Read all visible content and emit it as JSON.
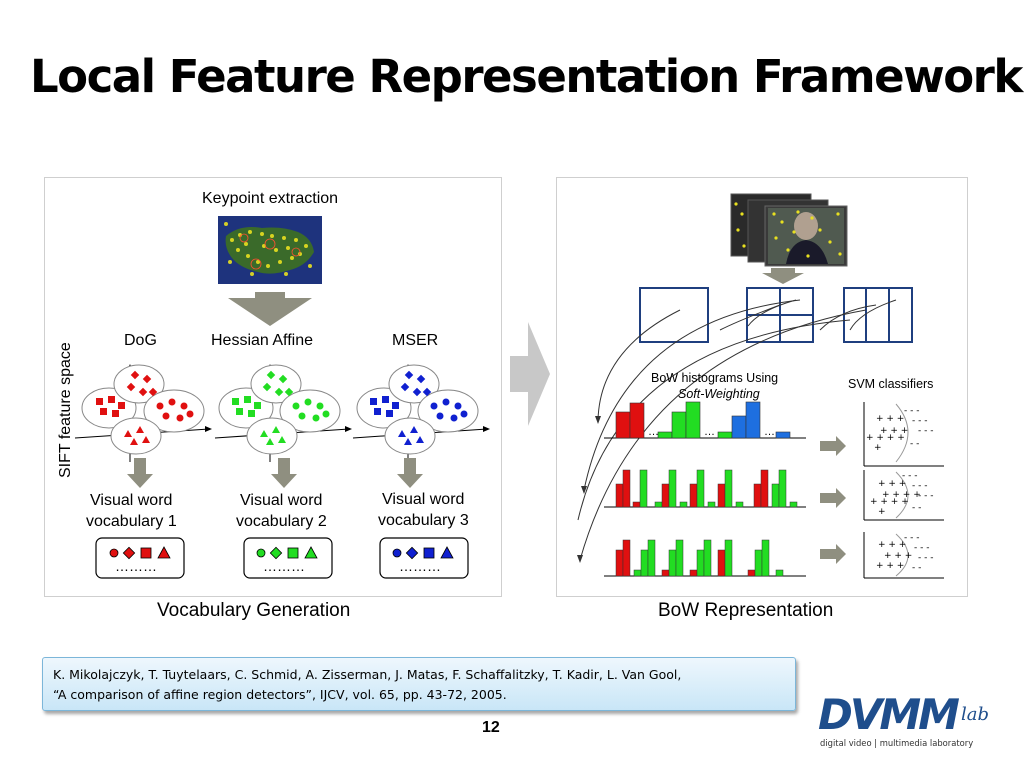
{
  "slide": {
    "title": "Local Feature Representation Framework",
    "page_number": "12"
  },
  "left_panel": {
    "caption": "Vocabulary Generation",
    "keypoint_label": "Keypoint extraction",
    "axis_label": "SIFT feature space",
    "detectors": [
      "DoG",
      "Hessian Affine",
      "MSER"
    ],
    "vocabularies": [
      {
        "line1": "Visual word",
        "line2": "vocabulary 1",
        "color": "#e01010"
      },
      {
        "line1": "Visual word",
        "line2": "vocabulary 2",
        "color": "#22dd22"
      },
      {
        "line1": "Visual word",
        "line2": "vocabulary 3",
        "color": "#1020d0"
      }
    ],
    "ellipsis": "………"
  },
  "right_panel": {
    "caption": "BoW Representation",
    "hist_label_line1": "BoW histograms Using",
    "hist_label_line2": "Soft-Weighting",
    "svm_label": "SVM classifiers",
    "dots": "…"
  },
  "reference": {
    "line1": "K. Mikolajczyk, T. Tuytelaars, C. Schmid, A. Zisserman, J. Matas, F. Schaffalitzky, T. Kadir, L. Van Gool,",
    "line2": "“A comparison of affine region detectors”, IJCV, vol. 65, pp. 43-72, 2005."
  },
  "logo": {
    "text": "DVMM",
    "sub": "lab",
    "tagline": "digital video | multimedia laboratory",
    "color": "#1f4e8c"
  }
}
